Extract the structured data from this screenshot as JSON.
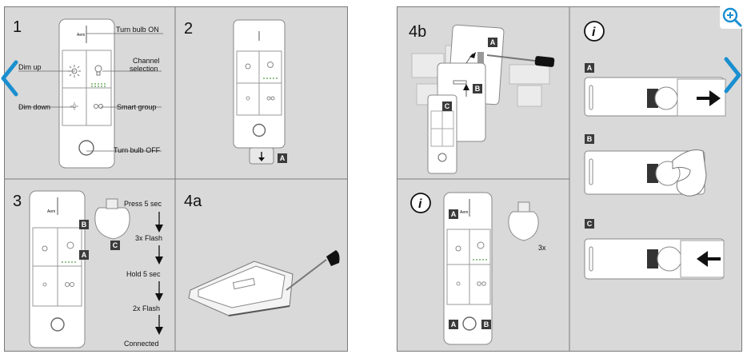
{
  "step1": {
    "number": "1",
    "remote_brand": "Aem",
    "labels": {
      "turn_on": "Turn bulb ON",
      "channel": "Channel selection",
      "channel_line1": "Channel",
      "channel_line2": "selection",
      "dim_up": "Dim up",
      "dim_down": "Dim down",
      "smart_group": "Smart group",
      "turn_off": "Turn bulb OFF"
    }
  },
  "step2": {
    "number": "2",
    "tag": "A"
  },
  "step3": {
    "number": "3",
    "remote_brand": "Aem",
    "tags": {
      "b": "B",
      "a": "A",
      "c": "C"
    },
    "sequence": {
      "press": "Press 5 sec",
      "flash3": "3x Flash",
      "hold": "Hold 5 sec",
      "flash2": "2x Flash",
      "connected": "Connected"
    }
  },
  "step4a": {
    "number": "4a"
  },
  "step4b": {
    "number": "4b",
    "tags": {
      "a": "A",
      "b": "B",
      "c": "C"
    }
  },
  "info_bottom": {
    "remote_brand": "Aem",
    "tags": {
      "top": "A",
      "bottom_left": "A",
      "bottom_right": "B"
    },
    "flash": "3x"
  },
  "info_right": {
    "tags": {
      "a": "A",
      "b": "B",
      "c": "C"
    }
  },
  "icons": {
    "nav_prev": "chevron-left-icon",
    "nav_next": "chevron-right-icon",
    "zoom": "zoom-in-icon",
    "info": "info-icon"
  },
  "colors": {
    "panel_bg": "#d9d9d9",
    "accent": "#1a8fd0",
    "tag_bg": "#3b3b3b"
  }
}
